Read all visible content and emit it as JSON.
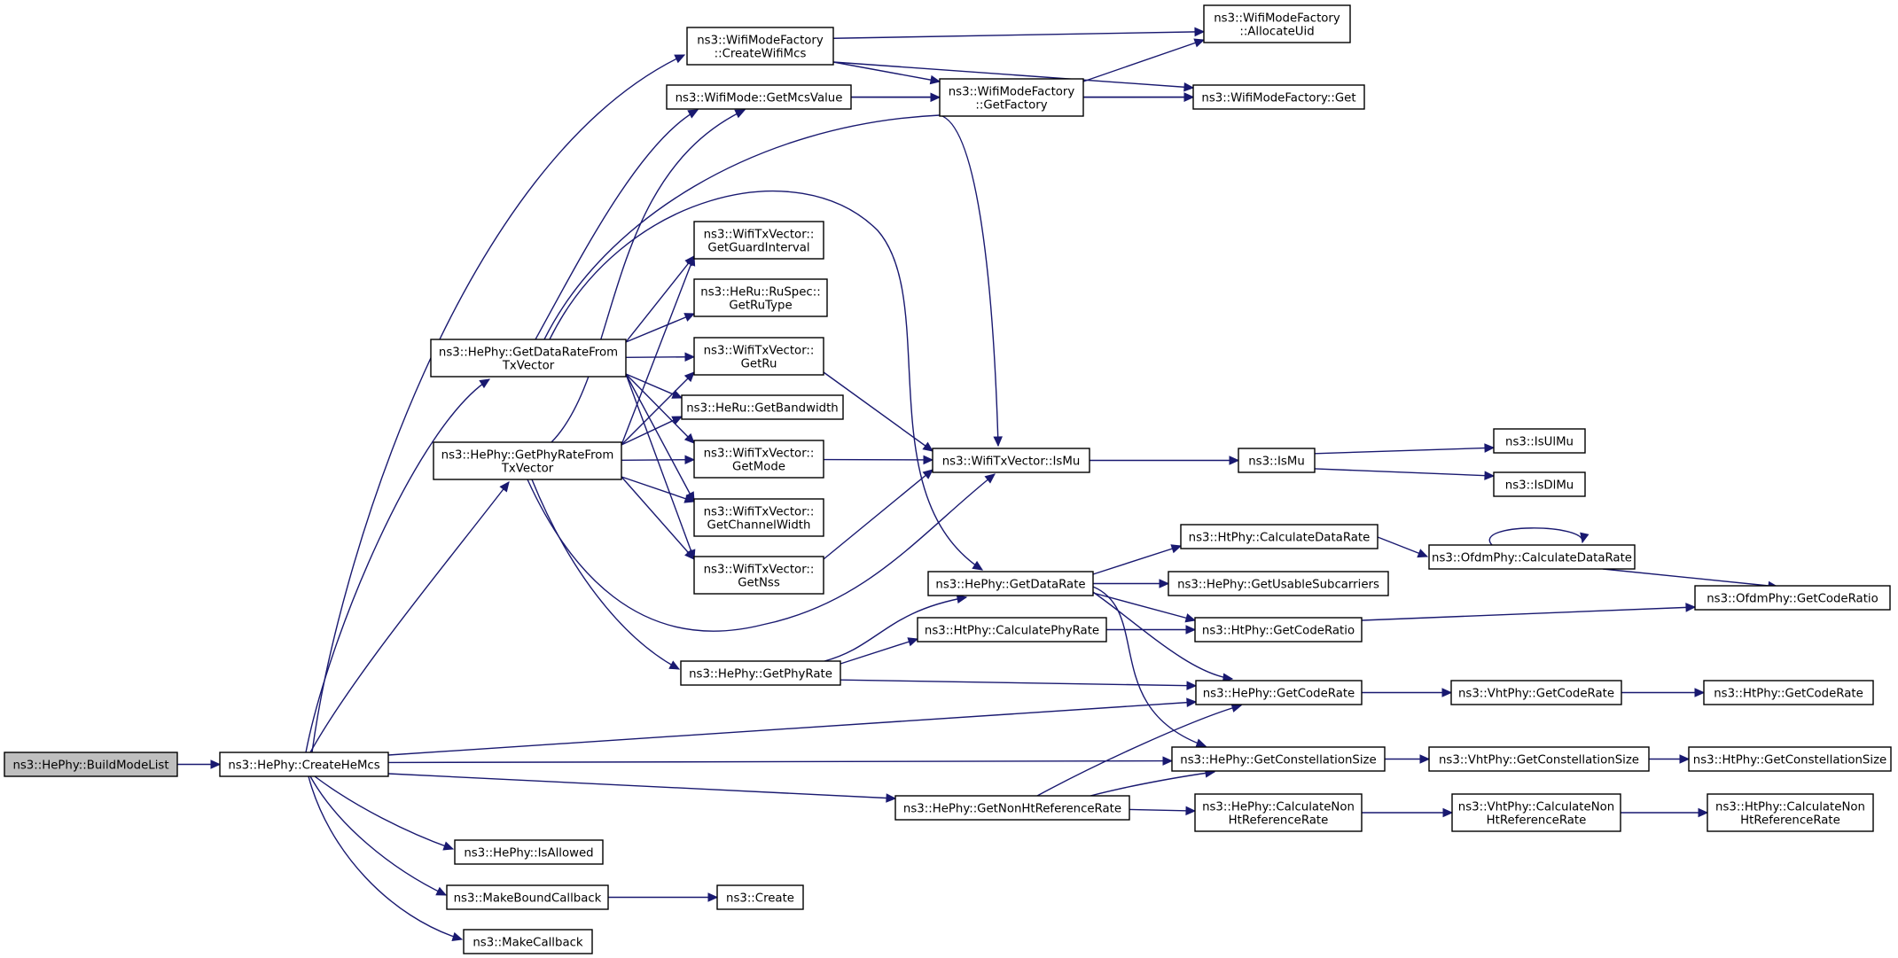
{
  "graph": {
    "nodes": [
      {
        "id": "BuildModeList",
        "lines": [
          "ns3::HePhy::BuildModeList"
        ],
        "root": true
      },
      {
        "id": "CreateHeMcs",
        "lines": [
          "ns3::HePhy::CreateHeMcs"
        ]
      },
      {
        "id": "CreateWifiMcs",
        "lines": [
          "ns3::WifiModeFactory",
          "::CreateWifiMcs"
        ]
      },
      {
        "id": "AllocateUid",
        "lines": [
          "ns3::WifiModeFactory",
          "::AllocateUid"
        ]
      },
      {
        "id": "MFGet",
        "lines": [
          "ns3::WifiModeFactory::Get"
        ]
      },
      {
        "id": "GetFactory",
        "lines": [
          "ns3::WifiModeFactory",
          "::GetFactory"
        ]
      },
      {
        "id": "GetMcsValue",
        "lines": [
          "ns3::WifiMode::GetMcsValue"
        ]
      },
      {
        "id": "GetGuardInterval",
        "lines": [
          "ns3::WifiTxVector::",
          "GetGuardInterval"
        ]
      },
      {
        "id": "GetRuType",
        "lines": [
          "ns3::HeRu::RuSpec::",
          "GetRuType"
        ]
      },
      {
        "id": "GetRu",
        "lines": [
          "ns3::WifiTxVector::",
          "GetRu"
        ]
      },
      {
        "id": "GetBandwidth",
        "lines": [
          "ns3::HeRu::GetBandwidth"
        ]
      },
      {
        "id": "GetMode",
        "lines": [
          "ns3::WifiTxVector::",
          "GetMode"
        ]
      },
      {
        "id": "GetChannelWidth",
        "lines": [
          "ns3::WifiTxVector::",
          "GetChannelWidth"
        ]
      },
      {
        "id": "GetNss",
        "lines": [
          "ns3::WifiTxVector::",
          "GetNss"
        ]
      },
      {
        "id": "GetDataRateFromTxVector",
        "lines": [
          "ns3::HePhy::GetDataRateFrom",
          "TxVector"
        ]
      },
      {
        "id": "GetPhyRateFromTxVector",
        "lines": [
          "ns3::HePhy::GetPhyRateFrom",
          "TxVector"
        ]
      },
      {
        "id": "TxIsMu",
        "lines": [
          "ns3::WifiTxVector::IsMu"
        ]
      },
      {
        "id": "IsMu",
        "lines": [
          "ns3::IsMu"
        ]
      },
      {
        "id": "IsUlMu",
        "lines": [
          "ns3::IsUlMu"
        ]
      },
      {
        "id": "IsDlMu",
        "lines": [
          "ns3::IsDlMu"
        ]
      },
      {
        "id": "HtCalcDataRate",
        "lines": [
          "ns3::HtPhy::CalculateDataRate"
        ]
      },
      {
        "id": "OfdmCalcDataRate",
        "lines": [
          "ns3::OfdmPhy::CalculateDataRate"
        ]
      },
      {
        "id": "HeGetDataRate",
        "lines": [
          "ns3::HePhy::GetDataRate"
        ]
      },
      {
        "id": "GetUsableSubcarriers",
        "lines": [
          "ns3::HePhy::GetUsableSubcarriers"
        ]
      },
      {
        "id": "OfdmGetCodeRatio",
        "lines": [
          "ns3::OfdmPhy::GetCodeRatio"
        ]
      },
      {
        "id": "HtCalcPhyRate",
        "lines": [
          "ns3::HtPhy::CalculatePhyRate"
        ]
      },
      {
        "id": "HtGetCodeRatio",
        "lines": [
          "ns3::HtPhy::GetCodeRatio"
        ]
      },
      {
        "id": "HeGetPhyRate",
        "lines": [
          "ns3::HePhy::GetPhyRate"
        ]
      },
      {
        "id": "HeGetCodeRate",
        "lines": [
          "ns3::HePhy::GetCodeRate"
        ]
      },
      {
        "id": "VhtGetCodeRate",
        "lines": [
          "ns3::VhtPhy::GetCodeRate"
        ]
      },
      {
        "id": "HtGetCodeRate",
        "lines": [
          "ns3::HtPhy::GetCodeRate"
        ]
      },
      {
        "id": "HeGetConstSize",
        "lines": [
          "ns3::HePhy::GetConstellationSize"
        ]
      },
      {
        "id": "VhtGetConstSize",
        "lines": [
          "ns3::VhtPhy::GetConstellationSize"
        ]
      },
      {
        "id": "HtGetConstSize",
        "lines": [
          "ns3::HtPhy::GetConstellationSize"
        ]
      },
      {
        "id": "GetNonHtRefRate",
        "lines": [
          "ns3::HePhy::GetNonHtReferenceRate"
        ]
      },
      {
        "id": "HeCalcNonHt",
        "lines": [
          "ns3::HePhy::CalculateNon",
          "HtReferenceRate"
        ]
      },
      {
        "id": "VhtCalcNonHt",
        "lines": [
          "ns3::VhtPhy::CalculateNon",
          "HtReferenceRate"
        ]
      },
      {
        "id": "HtCalcNonHt",
        "lines": [
          "ns3::HtPhy::CalculateNon",
          "HtReferenceRate"
        ]
      },
      {
        "id": "IsAllowed",
        "lines": [
          "ns3::HePhy::IsAllowed"
        ]
      },
      {
        "id": "MakeBoundCallback",
        "lines": [
          "ns3::MakeBoundCallback"
        ]
      },
      {
        "id": "Create",
        "lines": [
          "ns3::Create"
        ]
      },
      {
        "id": "MakeCallback",
        "lines": [
          "ns3::MakeCallback"
        ]
      }
    ],
    "edges": [
      [
        "BuildModeList",
        "CreateHeMcs"
      ],
      [
        "CreateHeMcs",
        "CreateWifiMcs"
      ],
      [
        "CreateHeMcs",
        "GetDataRateFromTxVector"
      ],
      [
        "CreateHeMcs",
        "GetPhyRateFromTxVector"
      ],
      [
        "CreateHeMcs",
        "HeGetCodeRate"
      ],
      [
        "CreateHeMcs",
        "HeGetConstSize"
      ],
      [
        "CreateHeMcs",
        "GetNonHtRefRate"
      ],
      [
        "CreateHeMcs",
        "IsAllowed"
      ],
      [
        "CreateHeMcs",
        "MakeBoundCallback"
      ],
      [
        "CreateHeMcs",
        "MakeCallback"
      ],
      [
        "CreateWifiMcs",
        "AllocateUid"
      ],
      [
        "CreateWifiMcs",
        "MFGet"
      ],
      [
        "CreateWifiMcs",
        "GetFactory"
      ],
      [
        "GetFactory",
        "AllocateUid"
      ],
      [
        "GetFactory",
        "MFGet"
      ],
      [
        "GetMcsValue",
        "GetFactory"
      ],
      [
        "GetMcsValue",
        "MFGet"
      ],
      [
        "GetDataRateFromTxVector",
        "GetMcsValue"
      ],
      [
        "GetDataRateFromTxVector",
        "GetGuardInterval"
      ],
      [
        "GetDataRateFromTxVector",
        "GetRuType"
      ],
      [
        "GetDataRateFromTxVector",
        "GetRu"
      ],
      [
        "GetDataRateFromTxVector",
        "GetBandwidth"
      ],
      [
        "GetDataRateFromTxVector",
        "GetMode"
      ],
      [
        "GetDataRateFromTxVector",
        "GetChannelWidth"
      ],
      [
        "GetDataRateFromTxVector",
        "GetNss"
      ],
      [
        "GetDataRateFromTxVector",
        "TxIsMu"
      ],
      [
        "GetDataRateFromTxVector",
        "HeGetDataRate"
      ],
      [
        "GetPhyRateFromTxVector",
        "GetMcsValue"
      ],
      [
        "GetPhyRateFromTxVector",
        "GetGuardInterval"
      ],
      [
        "GetPhyRateFromTxVector",
        "GetRu"
      ],
      [
        "GetPhyRateFromTxVector",
        "GetBandwidth"
      ],
      [
        "GetPhyRateFromTxVector",
        "GetMode"
      ],
      [
        "GetPhyRateFromTxVector",
        "GetChannelWidth"
      ],
      [
        "GetPhyRateFromTxVector",
        "GetNss"
      ],
      [
        "GetPhyRateFromTxVector",
        "TxIsMu"
      ],
      [
        "GetPhyRateFromTxVector",
        "HeGetPhyRate"
      ],
      [
        "GetRu",
        "TxIsMu"
      ],
      [
        "GetMode",
        "TxIsMu"
      ],
      [
        "GetNss",
        "TxIsMu"
      ],
      [
        "TxIsMu",
        "IsMu"
      ],
      [
        "IsMu",
        "IsUlMu"
      ],
      [
        "IsMu",
        "IsDlMu"
      ],
      [
        "HeGetDataRate",
        "HtCalcDataRate"
      ],
      [
        "HeGetDataRate",
        "GetUsableSubcarriers"
      ],
      [
        "HeGetDataRate",
        "HtGetCodeRatio"
      ],
      [
        "HeGetDataRate",
        "HeGetCodeRate"
      ],
      [
        "HeGetDataRate",
        "HeGetConstSize"
      ],
      [
        "HtCalcDataRate",
        "OfdmCalcDataRate"
      ],
      [
        "OfdmCalcDataRate",
        "OfdmCalcDataRate"
      ],
      [
        "OfdmCalcDataRate",
        "OfdmGetCodeRatio"
      ],
      [
        "HtGetCodeRatio",
        "OfdmGetCodeRatio"
      ],
      [
        "HeGetPhyRate",
        "HeGetDataRate"
      ],
      [
        "HeGetPhyRate",
        "HtCalcPhyRate"
      ],
      [
        "HeGetPhyRate",
        "HeGetCodeRate"
      ],
      [
        "HtCalcPhyRate",
        "HtGetCodeRatio"
      ],
      [
        "HeGetCodeRate",
        "VhtGetCodeRate"
      ],
      [
        "VhtGetCodeRate",
        "HtGetCodeRate"
      ],
      [
        "HeGetConstSize",
        "VhtGetConstSize"
      ],
      [
        "VhtGetConstSize",
        "HtGetConstSize"
      ],
      [
        "GetNonHtRefRate",
        "HeGetCodeRate"
      ],
      [
        "GetNonHtRefRate",
        "HeGetConstSize"
      ],
      [
        "GetNonHtRefRate",
        "HeCalcNonHt"
      ],
      [
        "HeCalcNonHt",
        "VhtCalcNonHt"
      ],
      [
        "VhtCalcNonHt",
        "HtCalcNonHt"
      ],
      [
        "MakeBoundCallback",
        "Create"
      ]
    ]
  }
}
